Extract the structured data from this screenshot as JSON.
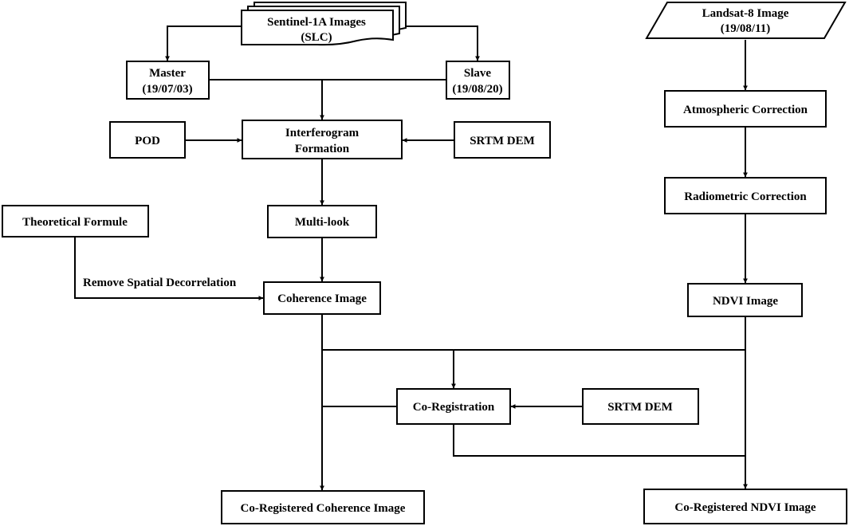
{
  "nodes": {
    "sentinel": {
      "line1": "Sentinel-1A Images",
      "line2": "(SLC)"
    },
    "master": {
      "line1": "Master",
      "line2": "(19/07/03)"
    },
    "slave": {
      "line1": "Slave",
      "line2": "(19/08/20)"
    },
    "pod": {
      "label": "POD"
    },
    "interferogram": {
      "line1": "Interferogram",
      "line2": "Formation"
    },
    "srtm_top": {
      "label": "SRTM DEM"
    },
    "multilook": {
      "label": "Multi-look"
    },
    "theoretical": {
      "label": "Theoretical Formule"
    },
    "coherence": {
      "label": "Coherence Image"
    },
    "coregistration": {
      "label": "Co-Registration"
    },
    "srtm_bottom": {
      "label": "SRTM DEM"
    },
    "coreg_coherence": {
      "label": "Co-Registered Coherence Image"
    },
    "landsat": {
      "line1": "Landsat-8 Image",
      "line2": "(19/08/11)"
    },
    "atmospheric": {
      "label": "Atmospheric Correction"
    },
    "radiometric": {
      "label": "Radiometric Correction"
    },
    "ndvi": {
      "label": "NDVI Image"
    },
    "coreg_ndvi": {
      "label": "Co-Registered NDVI Image"
    }
  },
  "edge_labels": {
    "remove_spatial": "Remove Spatial Decorrelation"
  }
}
